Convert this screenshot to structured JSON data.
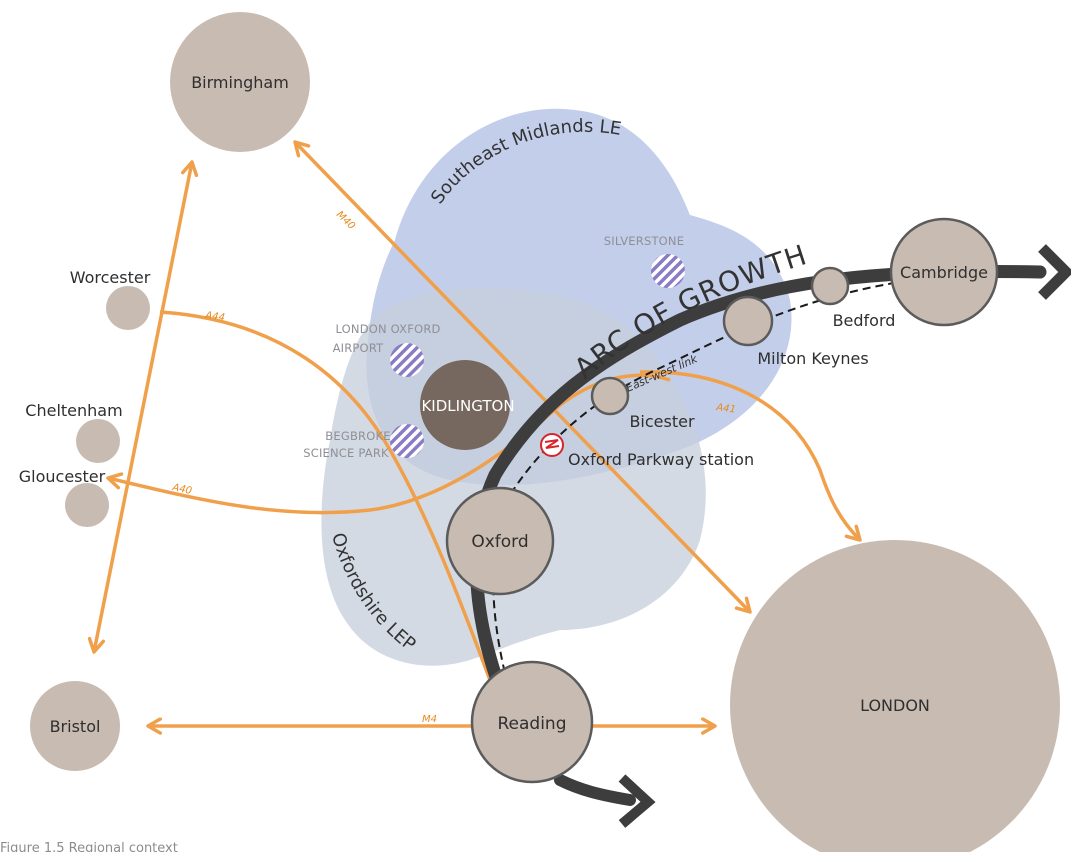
{
  "caption": "Figure 1.5 Regional context",
  "regions": {
    "southeast_midlands": "Southeast Midlands LEP",
    "oxfordshire": "Oxfordshire LEP"
  },
  "arc_label": "ARC OF GROWTH",
  "east_west_link_label": "East-west link",
  "cities": {
    "birmingham": "Birmingham",
    "worcester": "Worcester",
    "cheltenham": "Cheltenham",
    "gloucester": "Gloucester",
    "bristol": "Bristol",
    "kidlington": "KIDLINGTON",
    "oxford": "Oxford",
    "reading": "Reading",
    "bicester": "Bicester",
    "milton_keynes": "Milton Keynes",
    "bedford": "Bedford",
    "cambridge": "Cambridge",
    "london": "LONDON"
  },
  "sites": {
    "silverstone": "SILVERSTONE",
    "airport_line1": "LONDON OXFORD",
    "airport_line2": "AIRPORT",
    "begbroke_line1": "BEGBROKE",
    "begbroke_line2": "SCIENCE PARK"
  },
  "station": "Oxford Parkway station",
  "roads": {
    "m40": "M40",
    "a44": "A44",
    "a40": "A40",
    "a41": "A41",
    "m4": "M4"
  },
  "colors": {
    "road": "#f0a04b",
    "city": "#c8bbb2",
    "city_outline": "#5b5b5b",
    "kidlington": "#76675f",
    "arc": "#3d3d3d",
    "semlep": "#b9c6e8",
    "oxon": "#ccd3de",
    "site_stripe": "#8a7cc4",
    "rail_icon": "#d9232a"
  }
}
